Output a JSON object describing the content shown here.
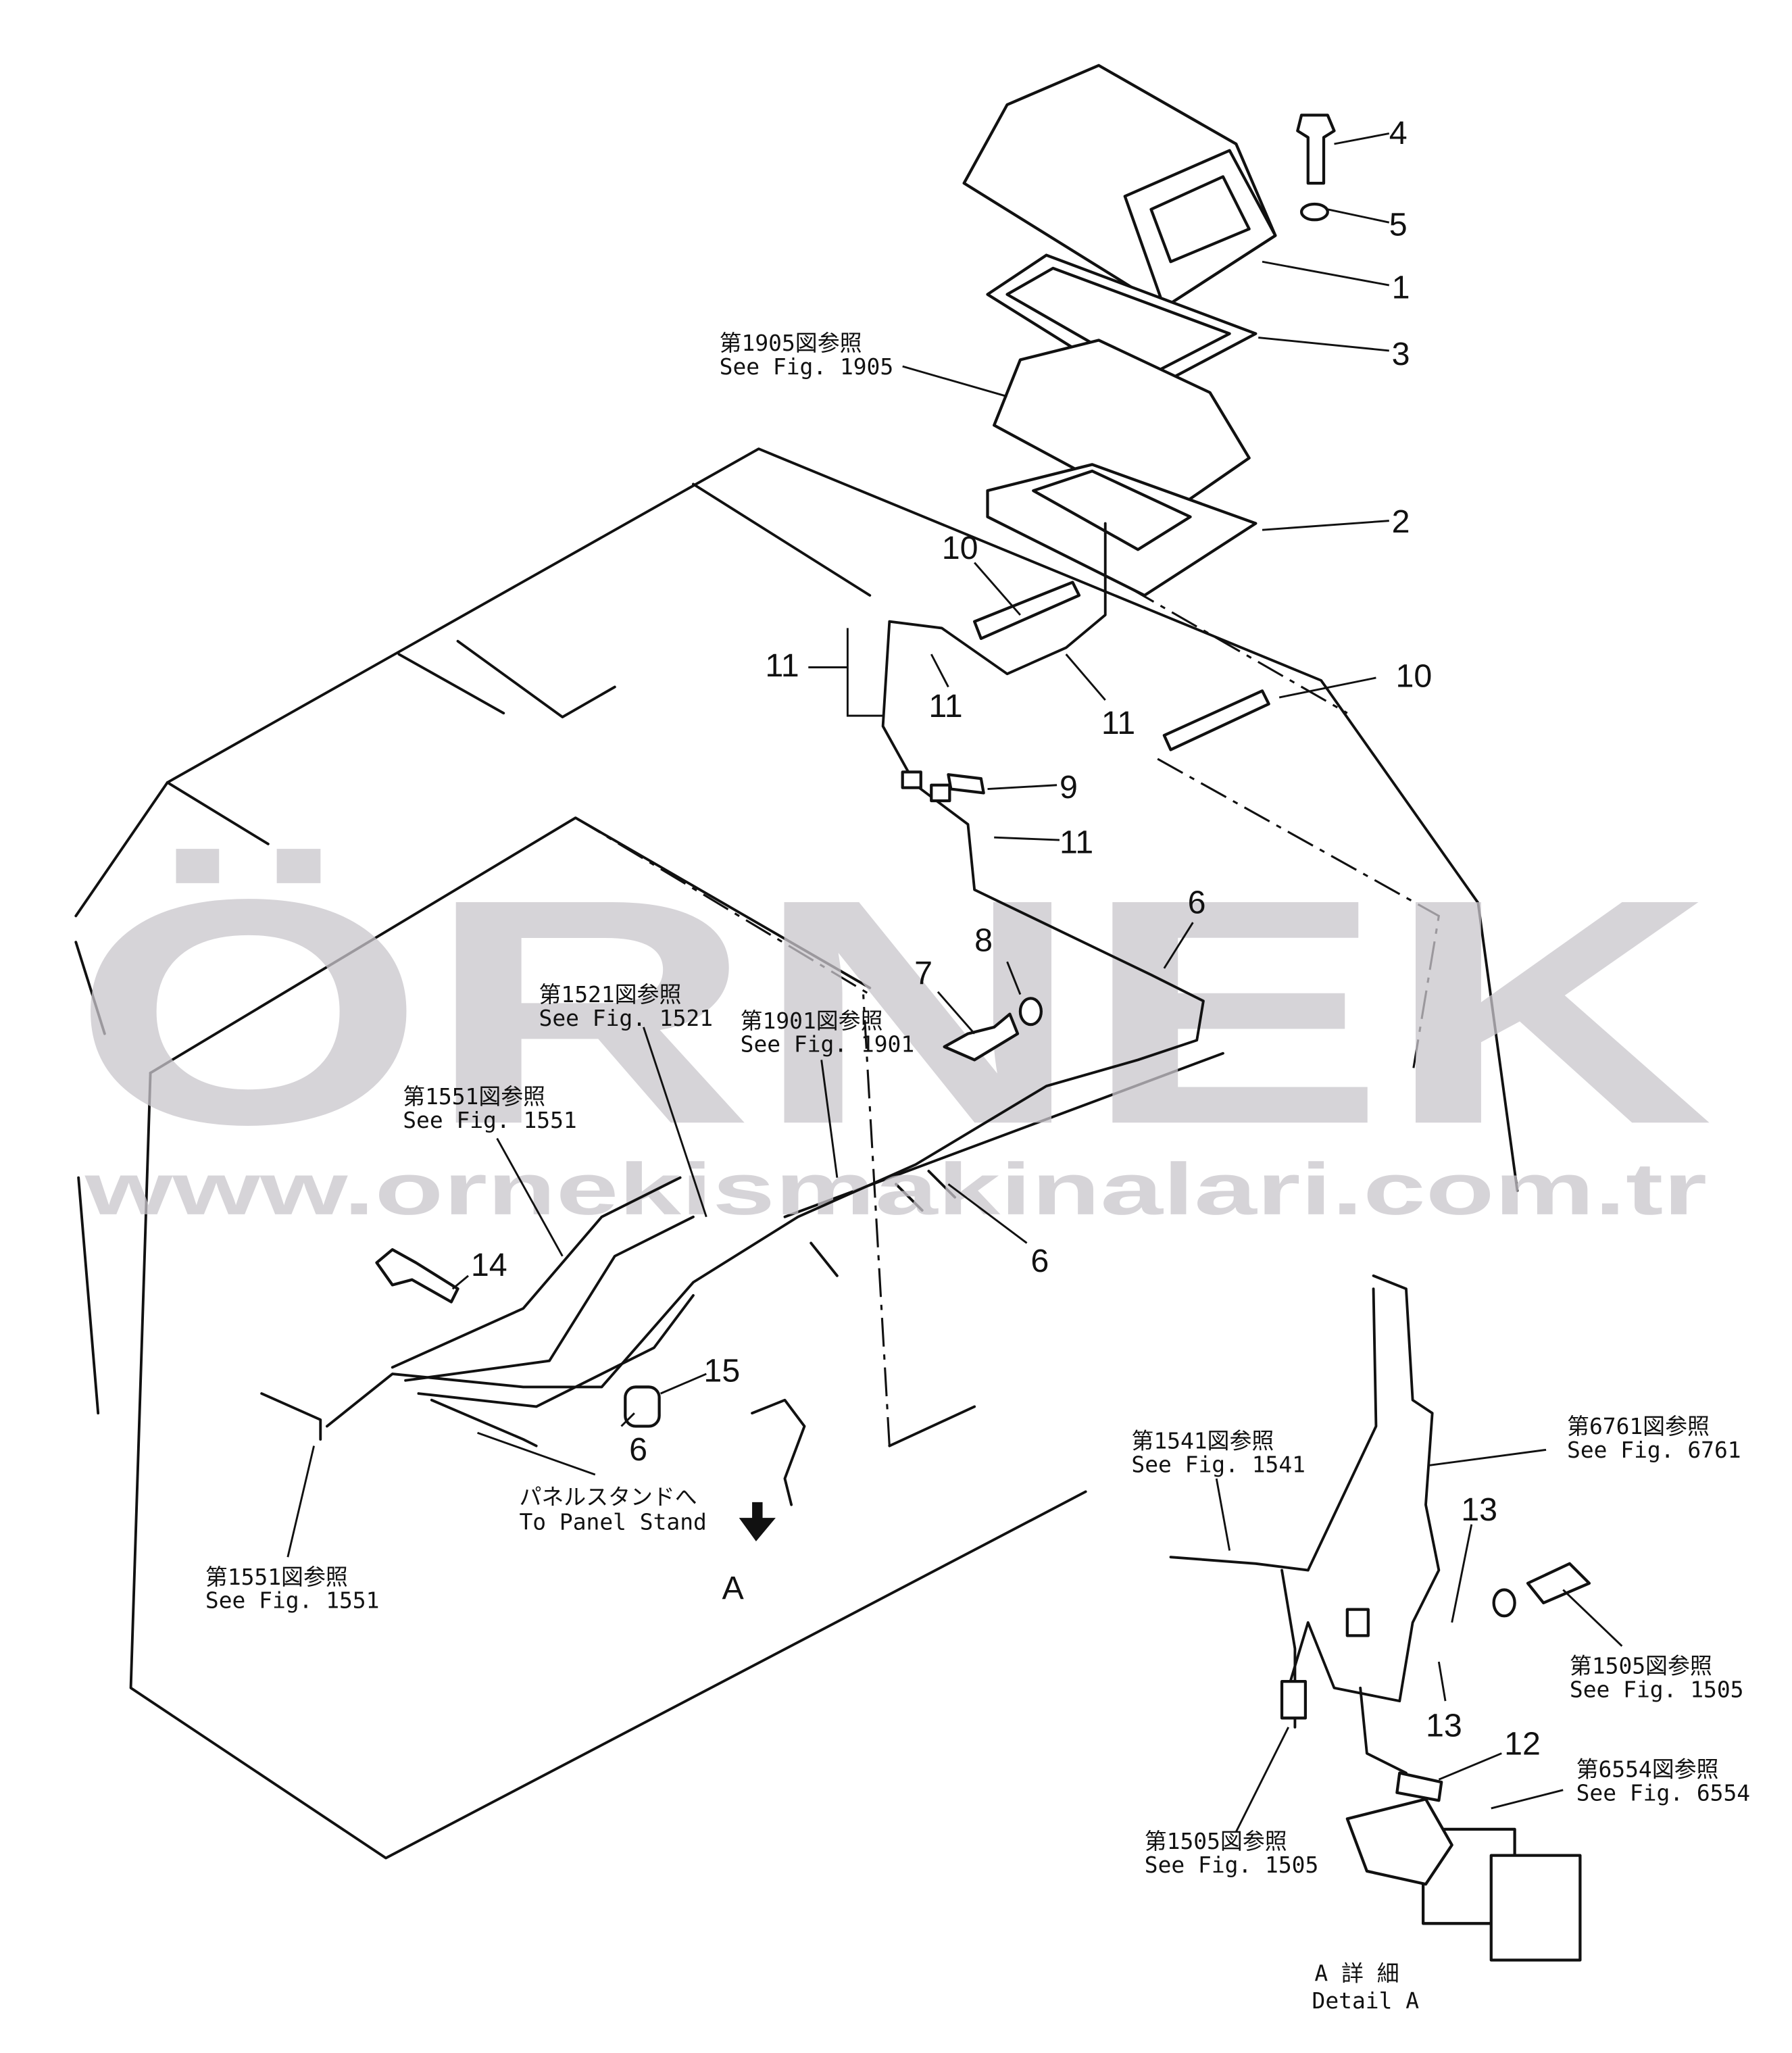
{
  "watermark": {
    "brand": "ÖRNEK",
    "url": "www.ornekismakinalari.com.tr",
    "accent": "#f3d77a"
  },
  "callouts": {
    "c1": "1",
    "c2": "2",
    "c3": "3",
    "c4": "4",
    "c5": "5",
    "c6a": "6",
    "c6b": "6",
    "c6c": "6",
    "c7": "7",
    "c8": "8",
    "c9": "9",
    "c10a": "10",
    "c10b": "10",
    "c11a": "11",
    "c11b": "11",
    "c11c": "11",
    "c11d": "11",
    "c12": "12",
    "c13a": "13",
    "c13b": "13",
    "c14": "14",
    "c15": "15"
  },
  "references": {
    "r1905": {
      "jp": "第1905図参照",
      "en": "See  Fig.  1905"
    },
    "r1521": {
      "jp": "第1521図参照",
      "en": "See  Fig.  1521"
    },
    "r1901": {
      "jp": "第1901図参照",
      "en": "See  Fig.  1901"
    },
    "r1551a": {
      "jp": "第1551図参照",
      "en": "See  Fig.  1551"
    },
    "r1551b": {
      "jp": "第1551図参照",
      "en": "See  Fig.  1551"
    },
    "r1541": {
      "jp": "第1541図参照",
      "en": "See  Fig.  1541"
    },
    "r6761": {
      "jp": "第6761図参照",
      "en": "See  Fig.  6761"
    },
    "r1505a": {
      "jp": "第1505図参照",
      "en": "See  Fig.  1505"
    },
    "r1505b": {
      "jp": "第1505図参照",
      "en": "See  Fig.  1505"
    },
    "r6554": {
      "jp": "第6554図参照",
      "en": "See  Fig.  6554"
    }
  },
  "panel_stand": {
    "jp": "パネルスタンドへ",
    "en": "To  Panel  Stand"
  },
  "view_marker": "A",
  "detail": {
    "jp": "A 詳 細",
    "en": "Detail  A"
  }
}
